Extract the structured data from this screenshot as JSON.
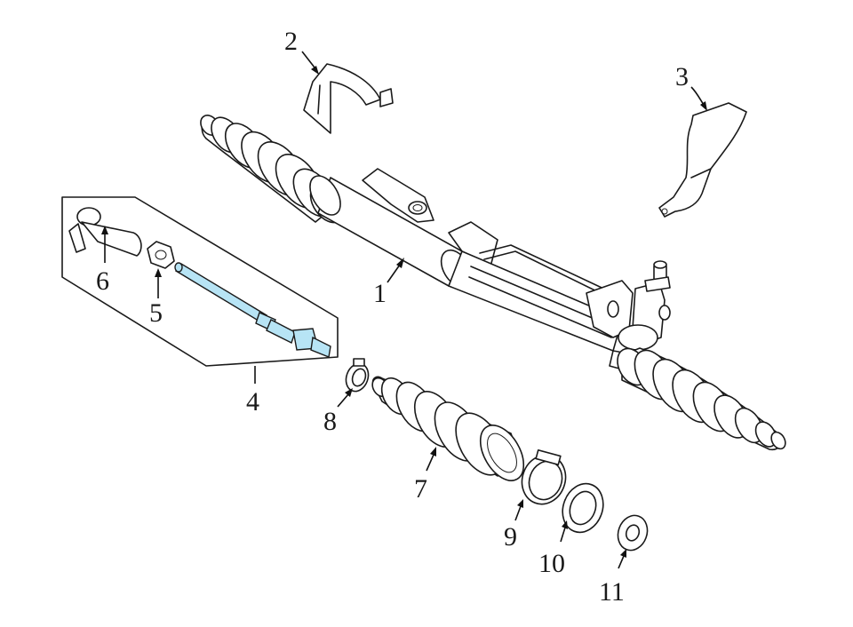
{
  "diagram": {
    "highlight_color": "#b7e4f5",
    "line_color": "#1a1a1a",
    "background": "#ffffff",
    "callouts": [
      {
        "id": "1",
        "label": "1",
        "part": "steering-rack-assembly"
      },
      {
        "id": "2",
        "label": "2",
        "part": "mounting-bracket"
      },
      {
        "id": "3",
        "label": "3",
        "part": "heat-shield"
      },
      {
        "id": "4",
        "label": "4",
        "part": "tie-rod-kit"
      },
      {
        "id": "5",
        "label": "5",
        "part": "jam-nut"
      },
      {
        "id": "6",
        "label": "6",
        "part": "outer-tie-rod-end"
      },
      {
        "id": "7",
        "label": "7",
        "part": "bellows-boot"
      },
      {
        "id": "8",
        "label": "8",
        "part": "small-boot-clamp"
      },
      {
        "id": "9",
        "label": "9",
        "part": "large-boot-clamp"
      },
      {
        "id": "10",
        "label": "10",
        "part": "seal-ring"
      },
      {
        "id": "11",
        "label": "11",
        "part": "washer"
      }
    ]
  }
}
